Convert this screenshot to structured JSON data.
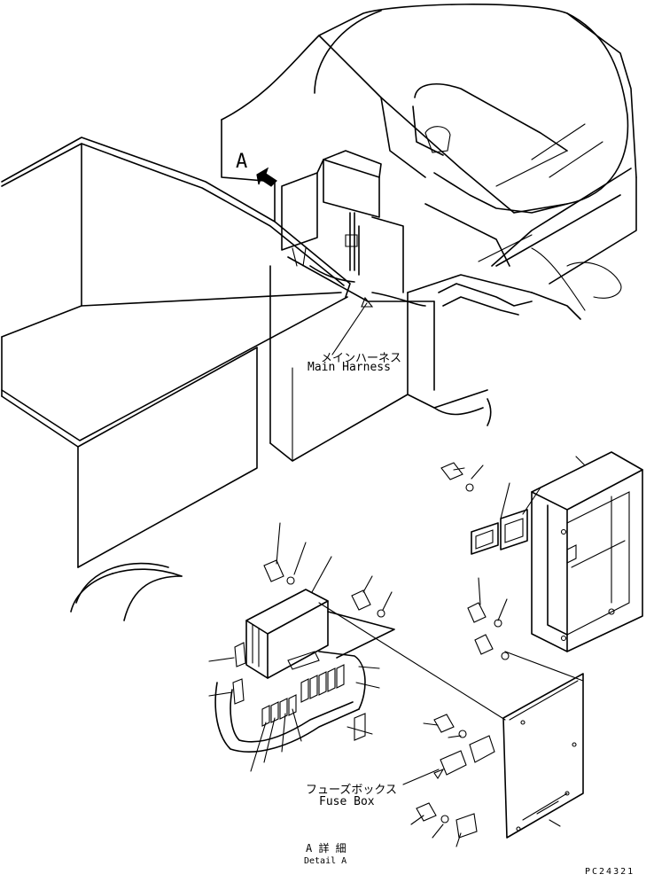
{
  "view_label": "A",
  "callouts": {
    "main_harness_jp": "メインハーネス",
    "main_harness_en": "Main Harness",
    "fuse_box_jp": "フューズボックス",
    "fuse_box_en": "Fuse Box",
    "detail_jp": "A 詳 細",
    "detail_en": "Detail A"
  },
  "drawing_number": "PC24321"
}
